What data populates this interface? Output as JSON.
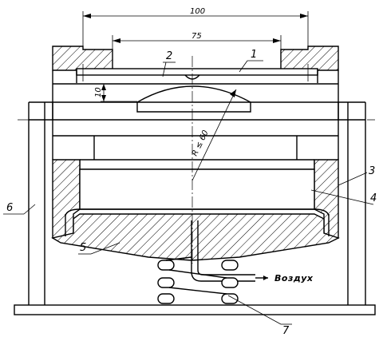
{
  "dimensions": {
    "outer_width": "100",
    "inner_width": "75",
    "gap": "10",
    "radius": "R ≤ 60"
  },
  "parts": {
    "p1": "1",
    "p2": "2",
    "p3": "3",
    "p4": "4",
    "p5": "5",
    "p6": "6",
    "p7": "7"
  },
  "air_label": "Воздух",
  "colors": {
    "line": "#000000",
    "background": "#ffffff"
  }
}
